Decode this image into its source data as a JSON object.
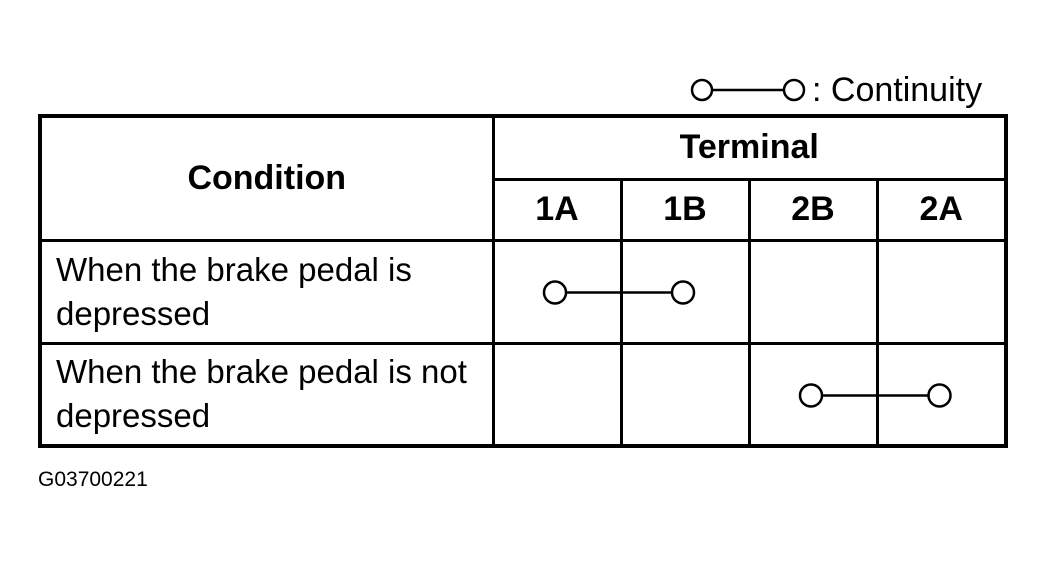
{
  "legend": {
    "symbol": "continuity-symbol",
    "label": ": Continuity"
  },
  "table": {
    "condition_header": "Condition",
    "terminal_header": "Terminal",
    "terminals": [
      "1A",
      "1B",
      "2B",
      "2A"
    ],
    "rows": [
      {
        "condition": "When the brake pedal is depressed",
        "continuity": [
          "1A",
          "1B"
        ]
      },
      {
        "condition": "When the brake pedal is not depressed",
        "continuity": [
          "2B",
          "2A"
        ]
      }
    ]
  },
  "figure_id": "G03700221"
}
